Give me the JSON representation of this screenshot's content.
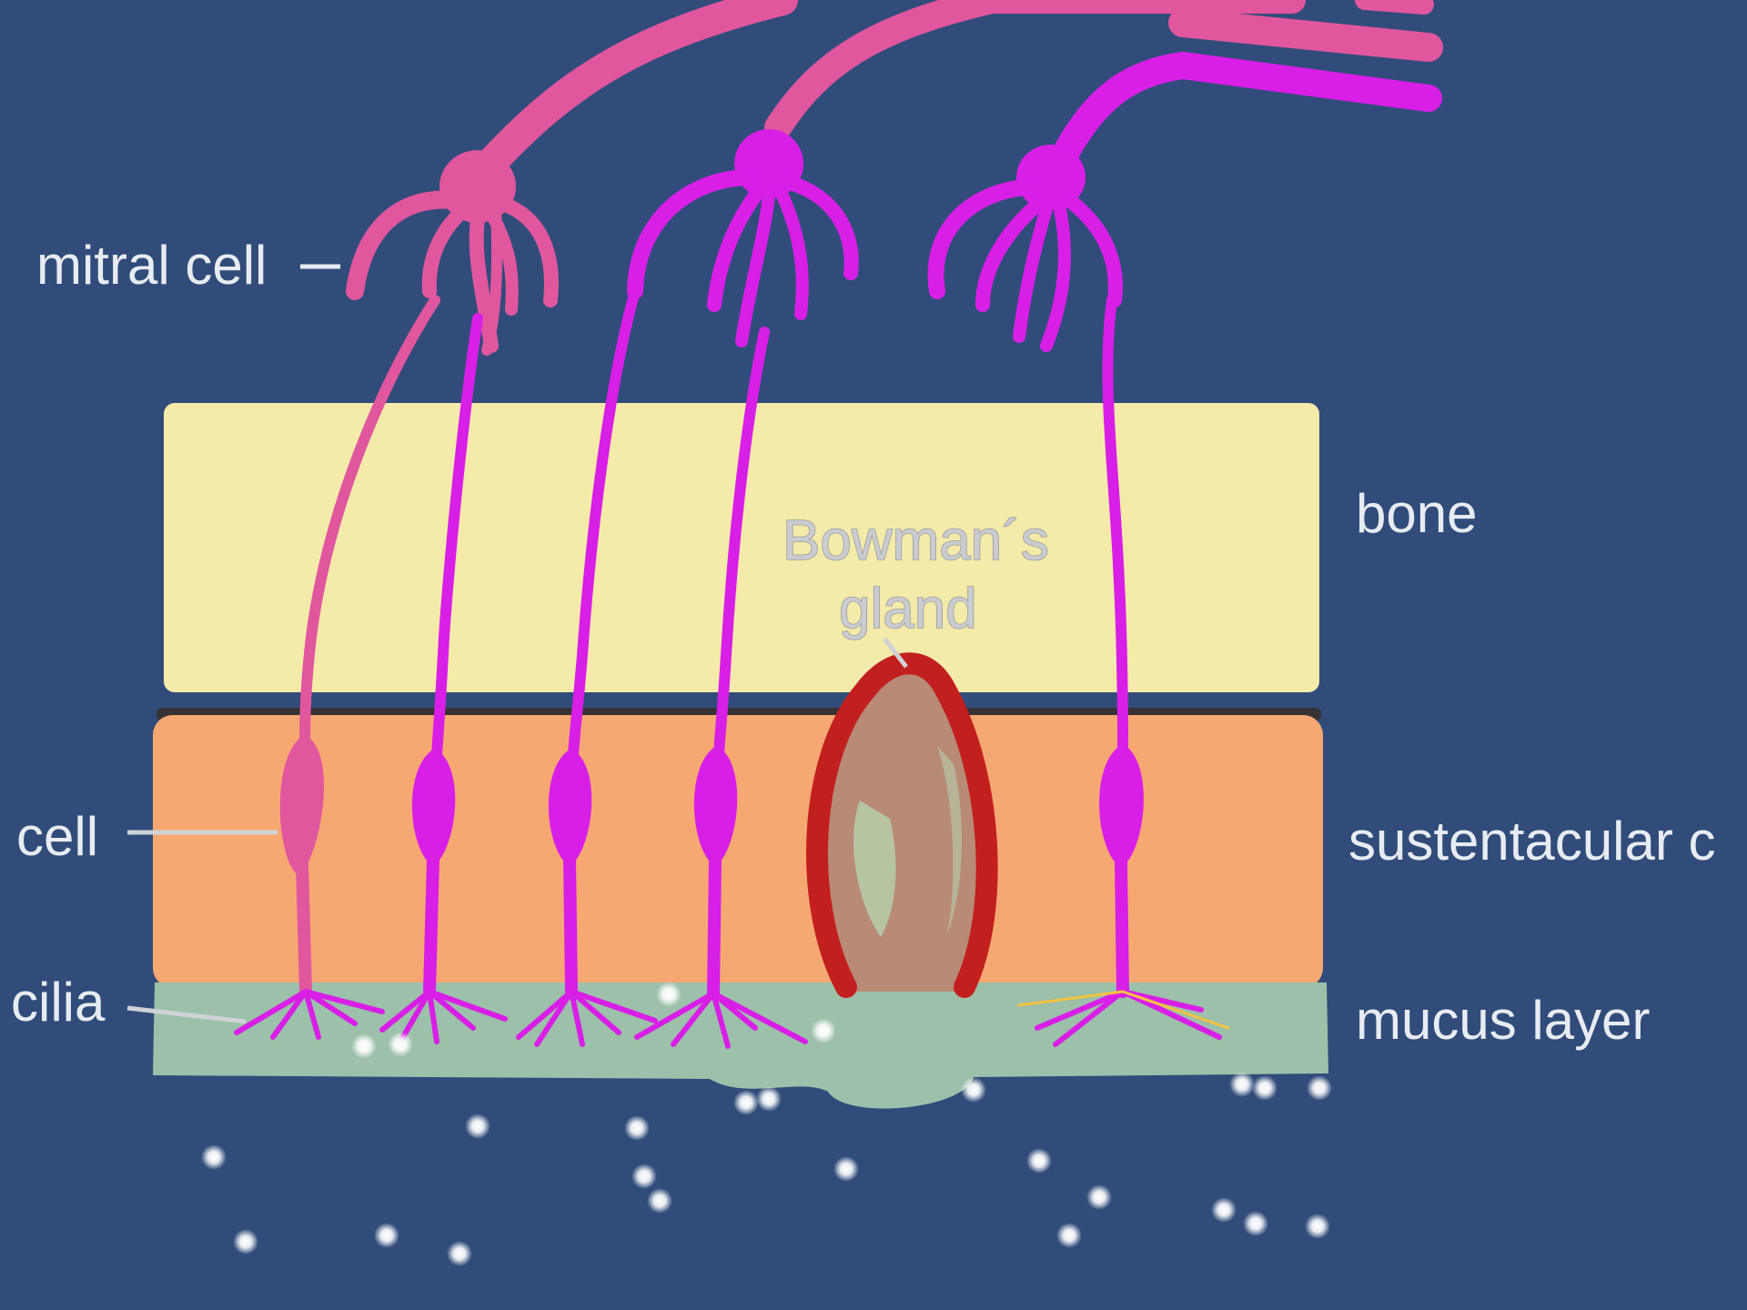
{
  "labels": {
    "mitral_cell": "mitral cell",
    "bone": "bone",
    "bowmans_gland_line1": "Bowman´s",
    "bowmans_gland_line2": "gland",
    "cell": "cell",
    "sustentacular": "sustentacular c",
    "cilia": "cilia",
    "mucus_layer": "mucus layer"
  },
  "colors": {
    "background": "#314c7a",
    "bone": "#f4eaaa",
    "sustentacular_layer": "#f6a873",
    "mucus_layer": "#9cc0aa",
    "neuron_magenta": "#d81fe6",
    "neuron_pink": "#e0579e",
    "gland_wall": "#c2201f",
    "gland_interior": "#b88a78",
    "label_text": "#e8ecf2"
  }
}
